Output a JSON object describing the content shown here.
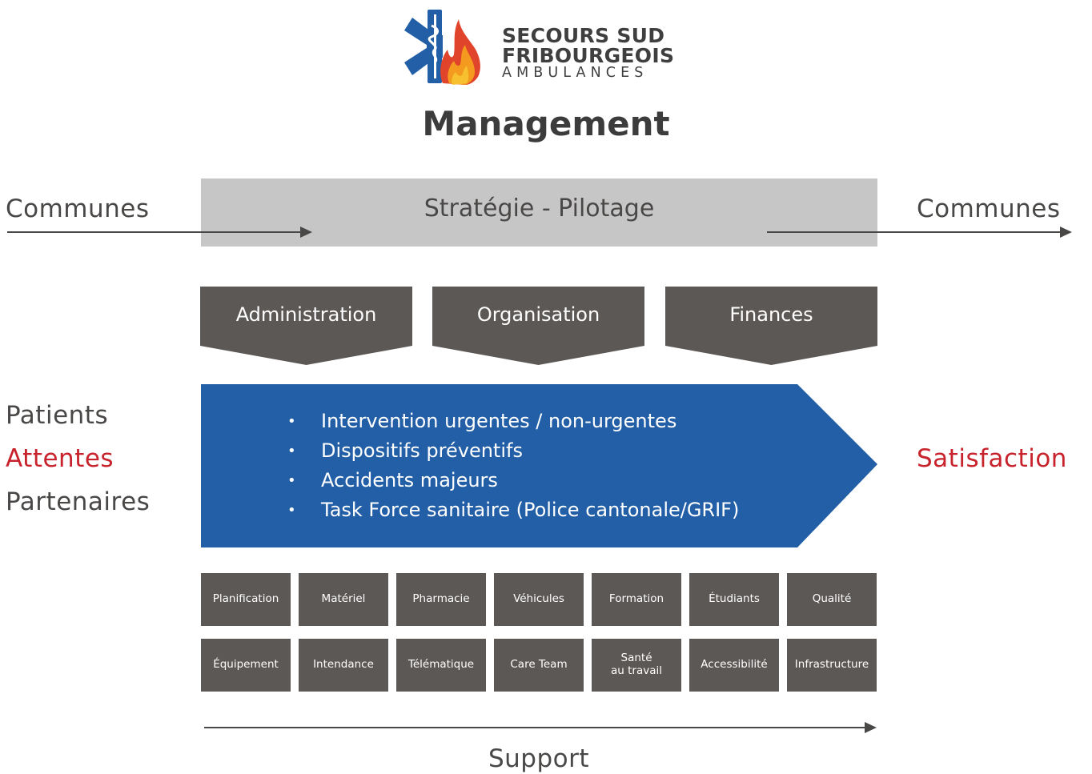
{
  "logo": {
    "line1": "SECOURS SUD",
    "line2": "FRIBOURGEOIS",
    "line3": "AMBULANCES",
    "icon": "star-of-life-with-flame-icon"
  },
  "title": "Management",
  "strategy": {
    "label": "Stratégie - Pilotage",
    "left_label": "Communes",
    "right_label": "Communes"
  },
  "management_blocks": [
    {
      "label": "Administration"
    },
    {
      "label": "Organisation"
    },
    {
      "label": "Finances"
    }
  ],
  "inputs": {
    "patients": "Patients",
    "attentes": "Attentes",
    "partenaires": "Partenaires"
  },
  "process_items": [
    "Intervention urgentes / non-urgentes",
    "Dispositifs préventifs",
    "Accidents majeurs",
    "Task Force sanitaire (Police cantonale/GRIF)"
  ],
  "bullet": "•",
  "output": "Satisfaction",
  "support_row1": [
    "Planification",
    "Matériel",
    "Pharmacie",
    "Véhicules",
    "Formation",
    "Étudiants",
    "Qualité"
  ],
  "support_row2": [
    "Équipement",
    "Intendance",
    "Télématique",
    "Care Team",
    "Santé\nau travail",
    "Accessibilité",
    "Infrastructure"
  ],
  "support_label": "Support",
  "colors": {
    "brand_blue": "#235fa6",
    "accent_red": "#c8232c",
    "dark_grey": "#5c5856",
    "light_grey": "#c6c6c6",
    "text_grey": "#4a4847"
  }
}
